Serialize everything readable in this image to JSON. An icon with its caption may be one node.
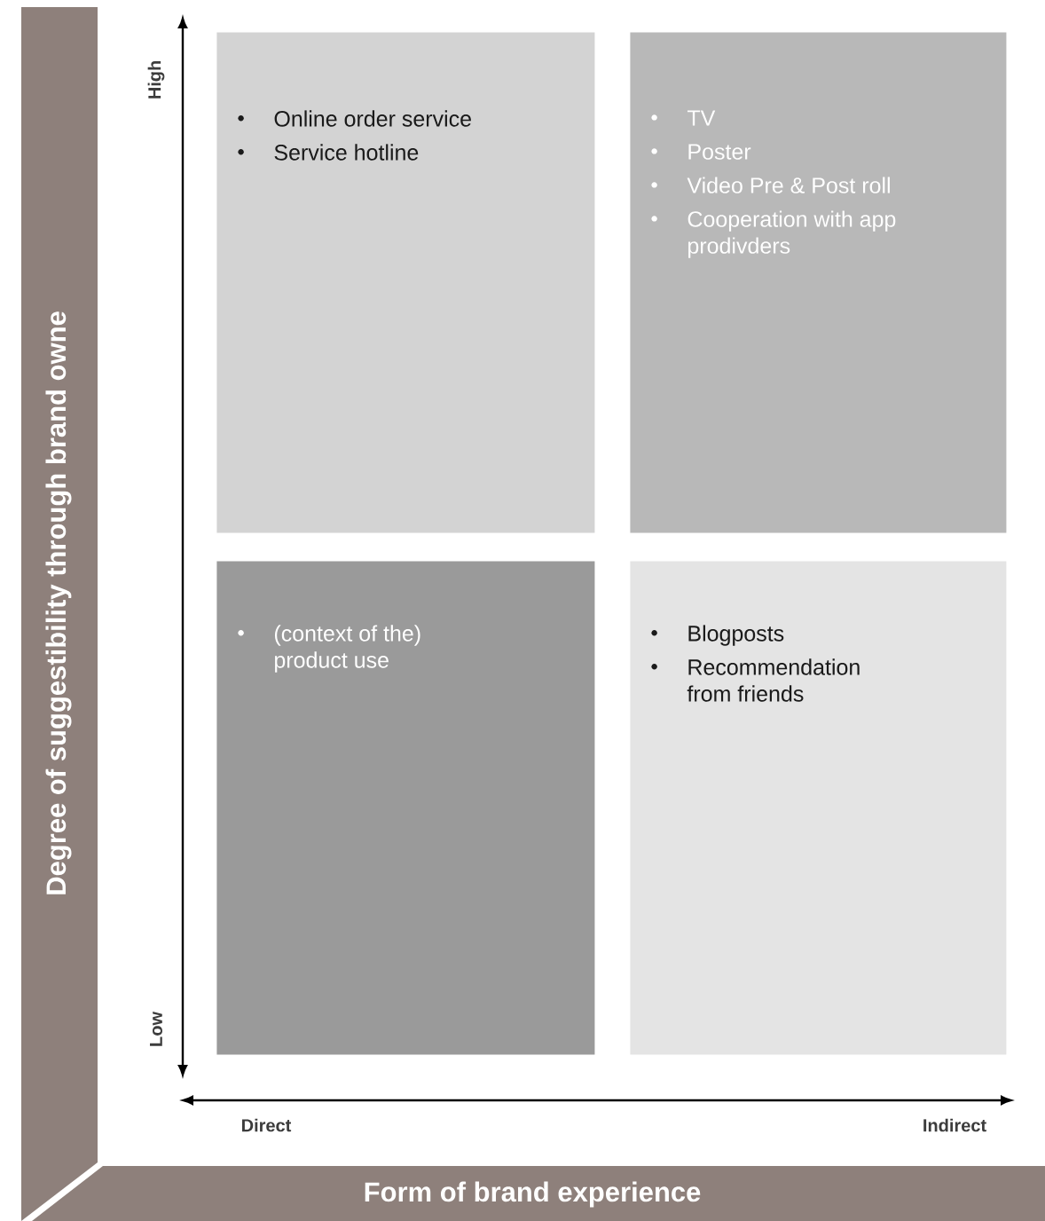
{
  "diagram": {
    "nodes": [
      {
        "text": [
          "Online order service",
          "Service hotline"
        ]
      },
      {
        "text": [
          "TV",
          "Poster",
          "Video Pre & Post roll",
          "Cooperation with app prodivders"
        ]
      },
      {
        "text": [
          "(context of the) product use"
        ]
      },
      {
        "text": [
          "Blogposts",
          "Recommendation from friends"
        ]
      }
    ],
    "labels": [
      "Degree of suggestibility through brand owne",
      "High",
      "Low",
      "Direct",
      "Indirect",
      "Form of brand experience"
    ]
  }
}
